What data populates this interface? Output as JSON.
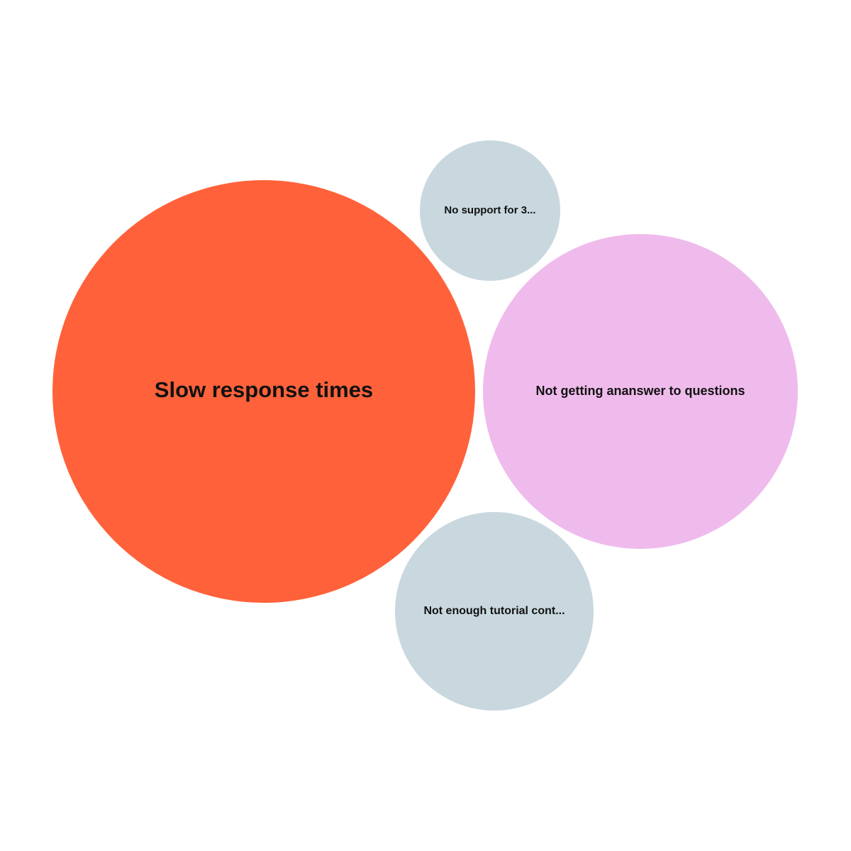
{
  "chart_data": {
    "type": "bubble",
    "bubbles": [
      {
        "label": "Slow response times",
        "color": "#ff623a"
      },
      {
        "label": "No support for 3...",
        "color": "#c9d8df"
      },
      {
        "label": "Not getting ananswer to questions",
        "color": "#efbbec"
      },
      {
        "label": "Not enough tutorial cont...",
        "color": "#c9d8df"
      }
    ]
  }
}
